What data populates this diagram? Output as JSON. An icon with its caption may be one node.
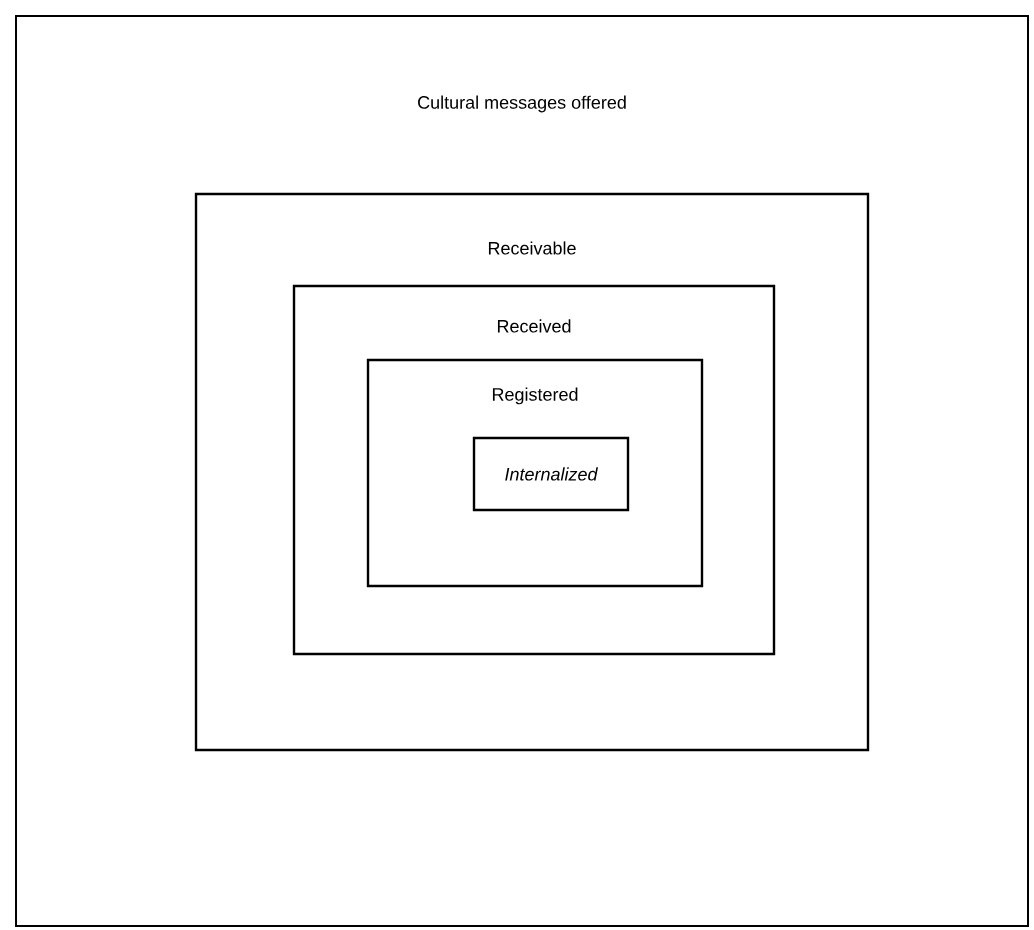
{
  "diagram": {
    "nodes": [
      {
        "text": [
          "Cultural messages offered"
        ]
      },
      {
        "text": [
          "Receivable"
        ],
        "in": 0
      },
      {
        "text": [
          "Received"
        ],
        "in": 1
      },
      {
        "text": [
          "Registered"
        ],
        "in": 2
      },
      {
        "text": [
          "Internalized"
        ],
        "in": 3
      }
    ]
  }
}
